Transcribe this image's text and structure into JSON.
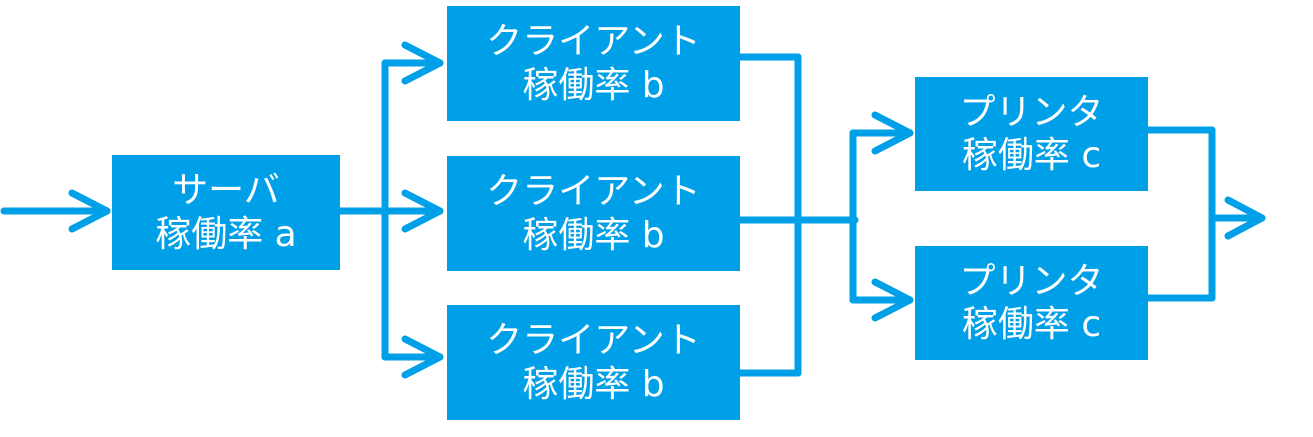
{
  "colors": {
    "accent": "#00a0e9",
    "text": "#ffffff",
    "background": "#ffffff"
  },
  "nodes": {
    "server": {
      "line1": "サーバ",
      "line2": "稼働率 a"
    },
    "clients": [
      {
        "line1": "クライアント",
        "line2": "稼働率 b"
      },
      {
        "line1": "クライアント",
        "line2": "稼働率 b"
      },
      {
        "line1": "クライアント",
        "line2": "稼働率 b"
      }
    ],
    "printers": [
      {
        "line1": "プリンタ",
        "line2": "稼働率 c"
      },
      {
        "line1": "プリンタ",
        "line2": "稼働率 c"
      }
    ]
  }
}
